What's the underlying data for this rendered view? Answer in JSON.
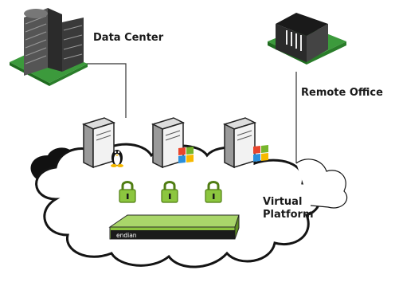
{
  "labels": {
    "data_center": "Data Center",
    "remote_office": "Remote Office",
    "virtual_line1": "Virtual",
    "virtual_line2": "Platform",
    "appliance_brand": "endian"
  },
  "colors": {
    "cloud_fill": "#ffffff",
    "cloud_stroke": "#141414",
    "cloud_shadow": "#111111",
    "server_body": "#f2f2f2",
    "server_side": "#9a9a9a",
    "lock_green": "#8cc63f",
    "lock_dark": "#4f7d12",
    "appliance_green": "#8dc63f",
    "appliance_dark": "#1b1b1b",
    "building_dark": "#2b2b2b",
    "grass": "#3c9a3c"
  },
  "icons": {
    "servers": [
      "linux-tux-icon",
      "windows-logo-icon",
      "windows-logo-icon"
    ],
    "locks": [
      "padlock-icon",
      "padlock-icon",
      "padlock-icon"
    ]
  }
}
